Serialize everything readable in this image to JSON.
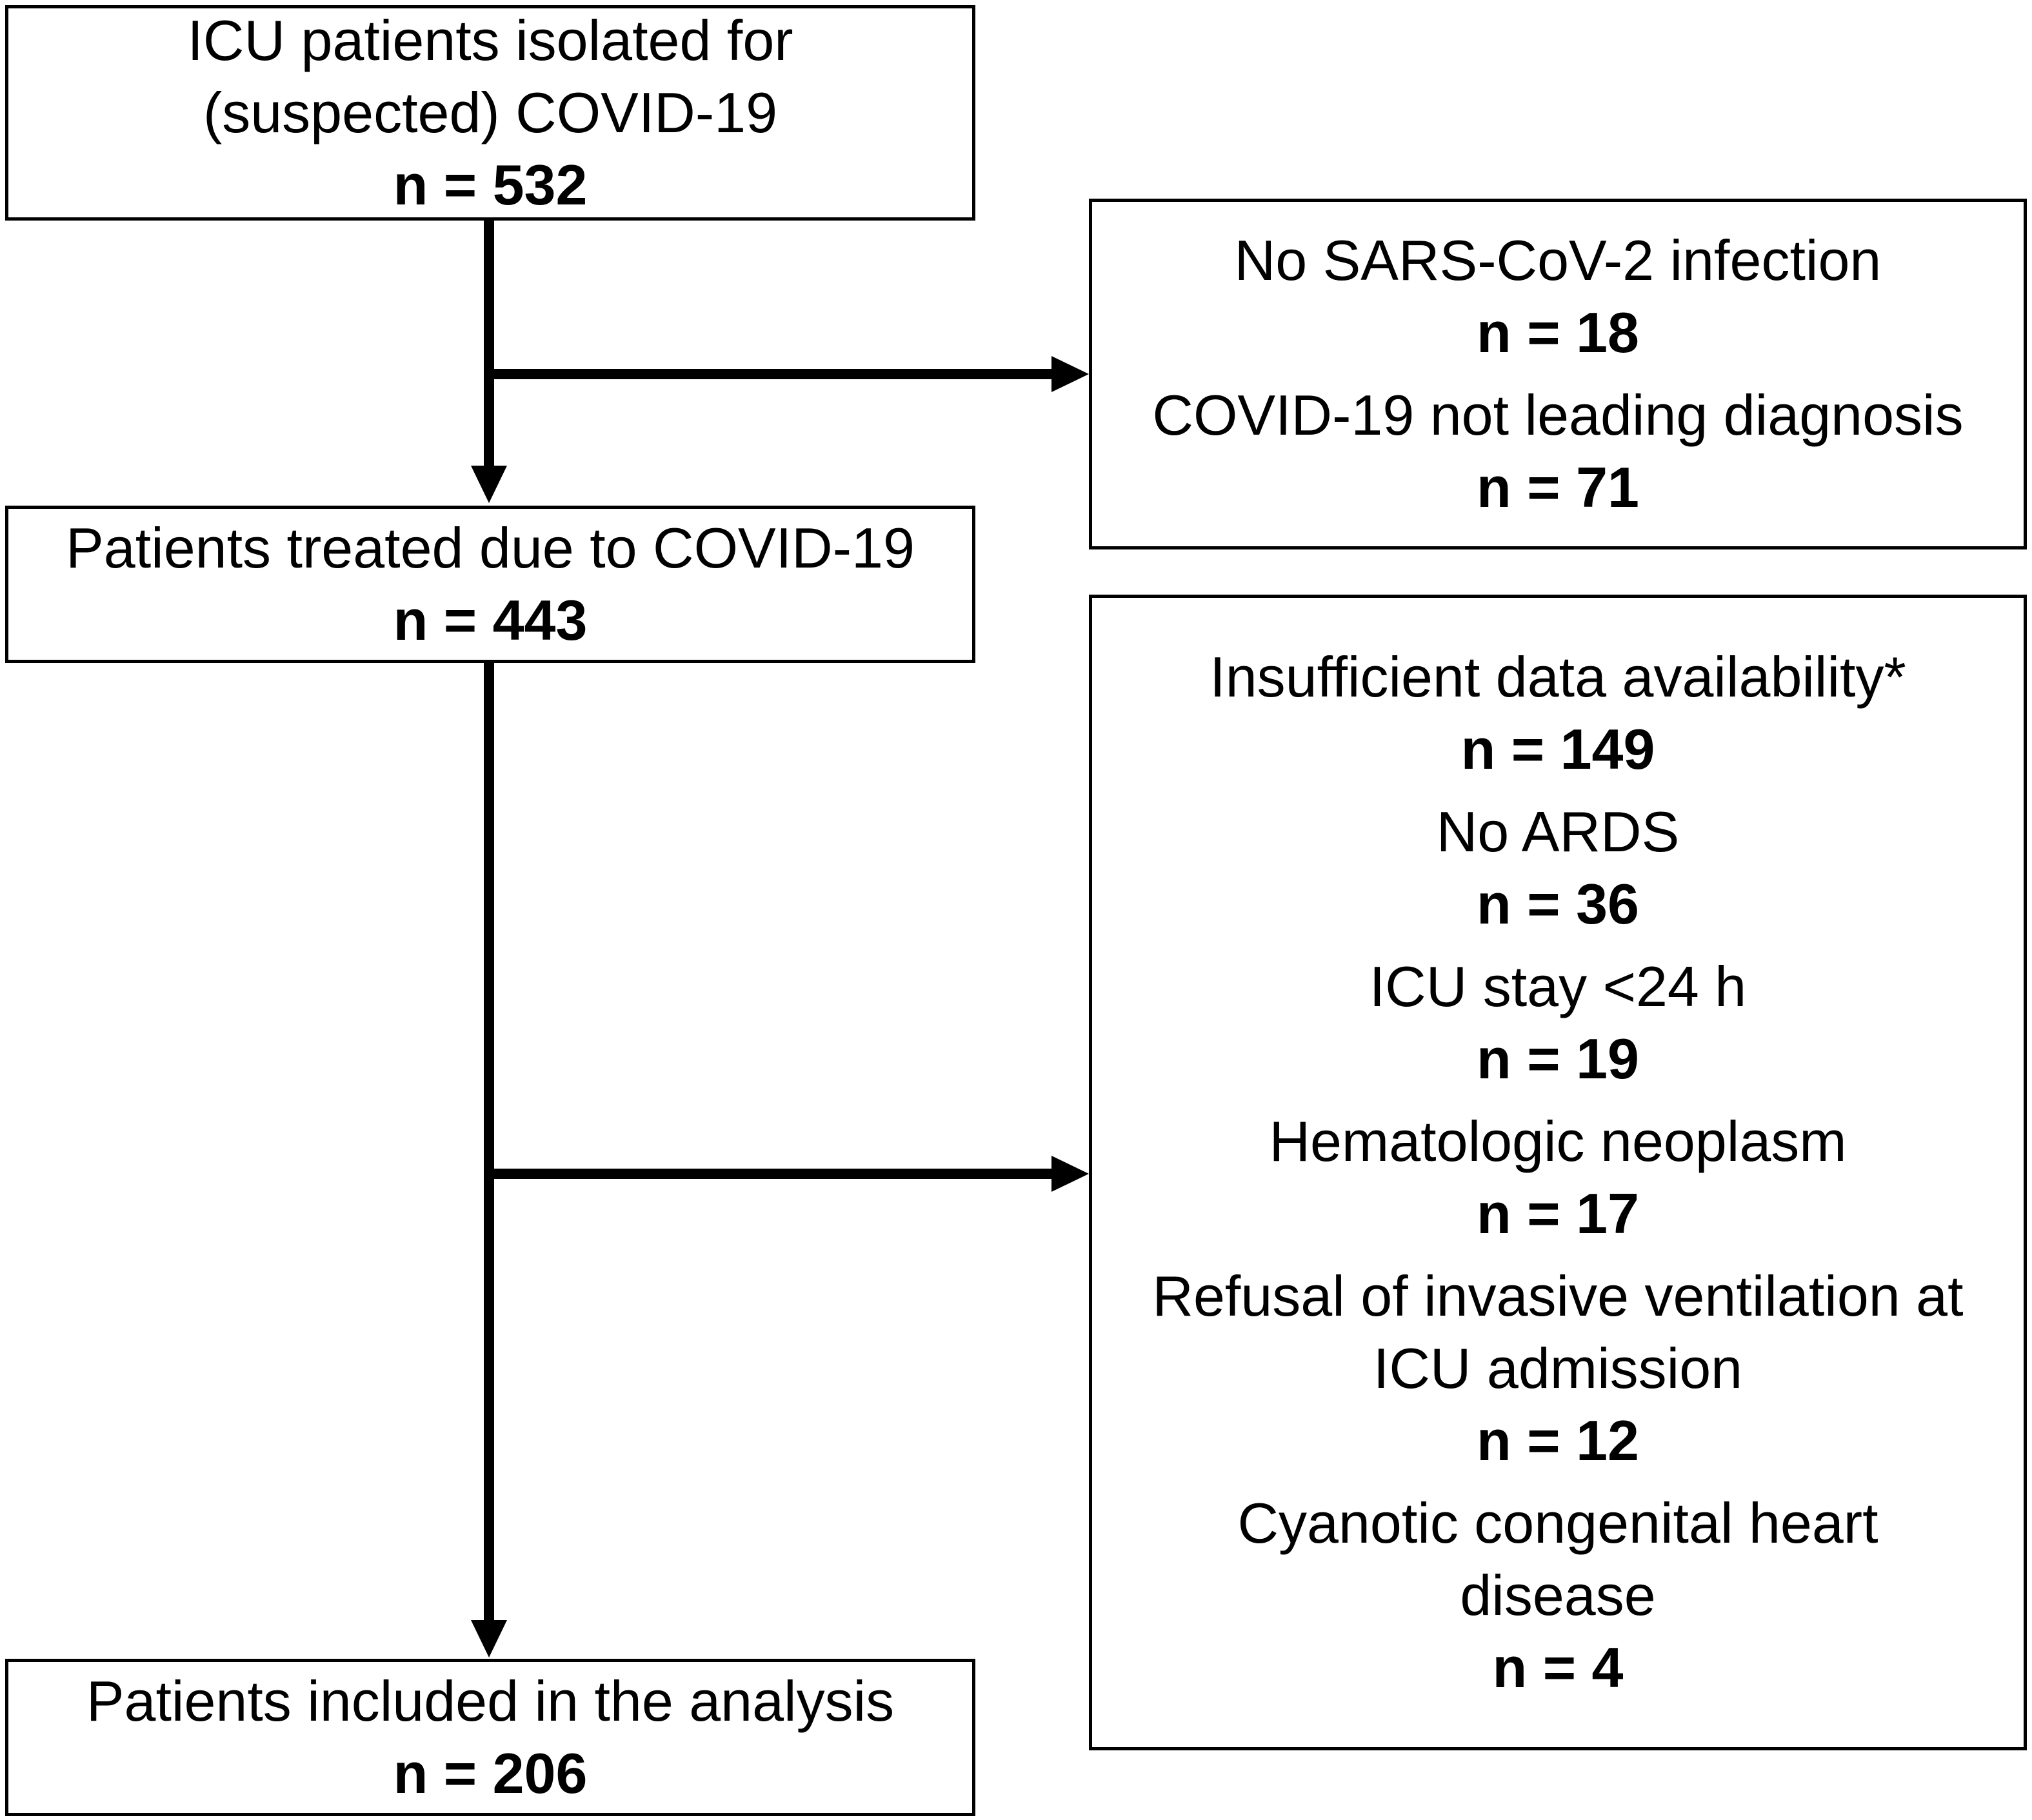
{
  "boxes": {
    "isolated": {
      "lines": [
        "ICU patients isolated for",
        "(suspected) COVID-19"
      ],
      "count": "n = 532"
    },
    "treated": {
      "lines": [
        "Patients treated due to COVID-19"
      ],
      "count": "n = 443"
    },
    "included": {
      "lines": [
        "Patients included in the analysis"
      ],
      "count": "n = 206"
    },
    "exclusion_1": {
      "items": [
        {
          "label": "No SARS-CoV-2 infection",
          "count": "n = 18"
        },
        {
          "label": "COVID-19 not leading diagnosis",
          "count": "n = 71"
        }
      ]
    },
    "exclusion_2": {
      "items": [
        {
          "label": "Insufficient data availability*",
          "count": "n = 149"
        },
        {
          "label": "No ARDS",
          "count": "n = 36"
        },
        {
          "label": "ICU stay <24 h",
          "count": "n = 19"
        },
        {
          "label": "Hematologic neoplasm",
          "count": "n = 17"
        },
        {
          "label_lines": [
            "Refusal of invasive ventilation at",
            "ICU admission"
          ],
          "count": "n = 12"
        },
        {
          "label_lines": [
            "Cyanotic congenital heart",
            "disease"
          ],
          "count": "n = 4"
        }
      ]
    }
  }
}
